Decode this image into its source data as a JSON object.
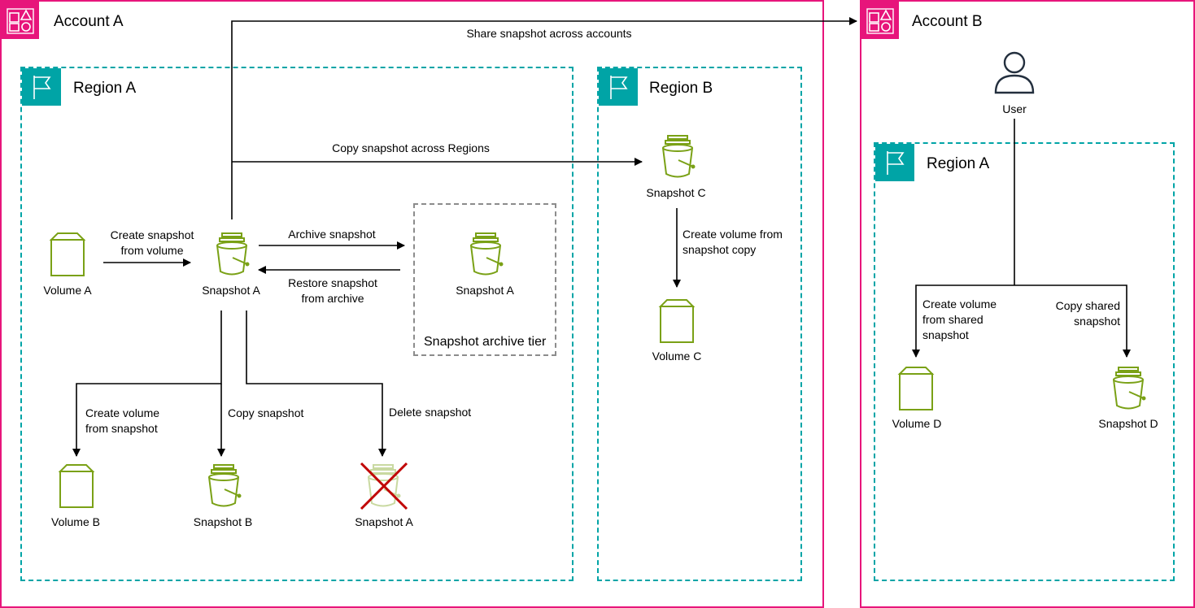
{
  "accounts": {
    "a": {
      "title": "Account A"
    },
    "b": {
      "title": "Account B"
    }
  },
  "regions": {
    "a1": {
      "title": "Region A"
    },
    "b1": {
      "title": "Region B"
    },
    "a2": {
      "title": "Region A"
    }
  },
  "archive": {
    "title": "Snapshot archive tier"
  },
  "nodes": {
    "volume_a": "Volume A",
    "snapshot_a": "Snapshot A",
    "snapshot_a_archived": "Snapshot A",
    "snapshot_c": "Snapshot C",
    "volume_c": "Volume C",
    "volume_b": "Volume B",
    "snapshot_b": "Snapshot B",
    "snapshot_a_deleted": "Snapshot A",
    "user": "User",
    "volume_d": "Volume D",
    "snapshot_d": "Snapshot D"
  },
  "edges": {
    "share_across_accounts": "Share snapshot across accounts",
    "copy_across_regions": "Copy snapshot across Regions",
    "create_snapshot_line1": "Create snapshot",
    "create_snapshot_line2": "from volume",
    "archive_snapshot": "Archive snapshot",
    "restore_line1": "Restore snapshot",
    "restore_line2": "from archive",
    "create_volume_copy_line1": "Create volume from",
    "create_volume_copy_line2": "snapshot copy",
    "create_volume_snap_line1": "Create volume",
    "create_volume_snap_line2": "from snapshot",
    "copy_snapshot": "Copy snapshot",
    "delete_snapshot": "Delete snapshot",
    "create_volume_shared_line1": "Create volume",
    "create_volume_shared_line2": "from shared",
    "create_volume_shared_line3": "snapshot",
    "copy_shared_line1": "Copy shared",
    "copy_shared_line2": "snapshot"
  },
  "colors": {
    "account": "#e7157b",
    "region": "#00a4a6",
    "storage_icon": "#7aa116",
    "archive_border": "#8c8c8c",
    "delete_mark": "#c00000"
  },
  "icons": {
    "account": "account-group-icon",
    "region": "region-flag-icon",
    "volume": "ebs-volume-icon",
    "snapshot": "ebs-snapshot-bucket-icon",
    "user": "user-icon",
    "delete": "delete-x-icon"
  }
}
